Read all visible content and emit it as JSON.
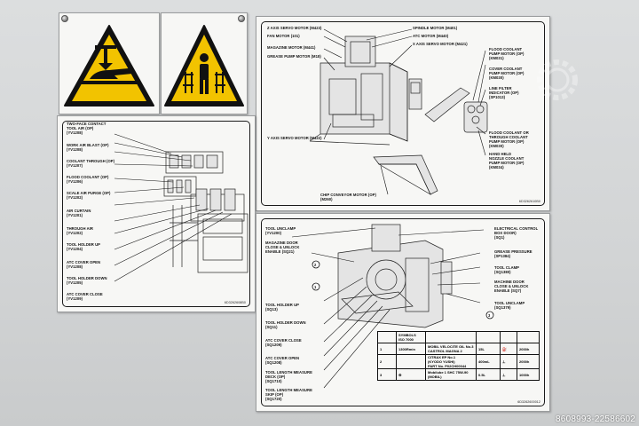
{
  "warning_plates": {
    "left_icon": "crush-hand-warning-icon",
    "right_icon": "person-guard-warning-icon",
    "warning_color": "#f2c300"
  },
  "plate_top_right": {
    "labels": {
      "z_axis": "Z AXIS SERVO MOTOR (M423)",
      "fan": "FAN MOTOR (101)",
      "magazine": "MAGAZINE MOTOR (M441)",
      "grease": "GREASE PUMP MOTOR (M18)",
      "y_axis": "Y AXIS SERVO MOTOR (M422)",
      "spindle": "SPINDLE MOTOR (M401)",
      "atc": "ATC MOTOR (M440)",
      "x_axis": "X AXIS SERVO MOTOR (M421)",
      "flood": "FLOOD COOLANT\nPUMP MOTOR (OP)\n(KM031)",
      "cover": "COVER COOLANT\nPUMP MOTOR (OP)\n(KM030)",
      "line_filter": "LINE FILTER\nINDICATOR (OP)\n(SP1013)",
      "through": "FLOOD COOLANT OR\nTHROUGH COOLANT\nPUMP MOTOR (OP)\n(KM030)",
      "hand_held": "HAND HELD\nNOZZLE COOLANT\nPUMP MOTOR (OP)\n(KM034)",
      "chip": "CHIP CONVEYOR MOTOR (OP)\n(M260)"
    },
    "code": "6D3262610B0"
  },
  "plate_left": {
    "labels": {
      "two_face": "TWO-FACE CONTACT\nTOOL AIR (OP)\n(YV1208)",
      "work_air": "WORK AIR BLAST (OP)\n(YV1208)",
      "coolant_through": "COOLANT THROUGH (OP)\n(YV1207)",
      "flood": "FLOOD COOLANT (OP)\n(YV1206)",
      "scale_air": "SCALE AIR PURGE (OP)\n(YV1202)",
      "air_curtain": "AIR CURTAIN\n(YV1201)",
      "through_air": "THROUGH AIR\n(YV1202)",
      "tool_holder_up": "TOOL HOLDER UP\n(YV1204)",
      "atc_cover_open": "ATC COVER OPEN\n(YV1208)",
      "tool_holder_down": "TOOL HOLDER DOWN\n(YV1205)",
      "atc_cover_close": "ATC COVER CLOSE\n(YV1209)"
    },
    "code": "6D3262608B0"
  },
  "plate_bottom_right": {
    "labels": {
      "tool_unclamp": "TOOL UNCLAMP\n(YV1200)",
      "magazine_door": "MAGAZINE DOOR\nCLOSE & UNLOCK\nENABLE (SQ21)",
      "tool_holder_up": "TOOL HOLDER UP\n(SQ13)",
      "tool_holder_down": "TOOL HOLDER DOWN\n(SQ11)",
      "atc_cover_close": "ATC COVER CLOSE\n(SQ1209)",
      "atc_cover_open": "ATC COVER OPEN\n(SQ1208)",
      "tool_length": "TOOL LENGTH MEASURE\nDECK (OP)\n(SQ1710)",
      "tool_length_skip": "TOOL LENGTH MEASURE\nSKIP (OP)\n(SQ1720)",
      "electrical": "ELECTRICAL CONTROL\nBOX DOOR)\n(SQ1)",
      "grease_pressure": "GREASE PRESSURE\n(SP1384)",
      "tool_clamp": "TOOL CLAMP\n(SQ1380)",
      "machine_door": "MACHINE DOOR\nCLOSE & UNLOCK\nENABLE (SQ7)",
      "tool_unclamp_r": "TOOL UNCLAMP\n(SQ1379)"
    },
    "callouts": [
      "2",
      "1",
      "3"
    ],
    "table": {
      "header_symbols": "SYMBOLS\nISO 7000",
      "rows": [
        {
          "num": "1",
          "product": "MOBIL VELOCITE OIL No.3\nCASTROL MAGNA 2",
          "qty": "15L",
          "hours": "2000h",
          "top_note": "1300Rmin"
        },
        {
          "num": "2",
          "product": "CITRAX EP No.1\n(KYODO YUSHI)\nPART No. P02CH00044",
          "qty": "400mL",
          "hours": "2000h",
          "top_note": ""
        },
        {
          "num": "3",
          "product": "Mobilube 1 SHC 75W-90 (MOBIL)",
          "qty": "0.5L",
          "hours": "1000h",
          "top_note": ""
        }
      ]
    },
    "code": "6D3262600012"
  },
  "watermark": "8608993-22586602"
}
